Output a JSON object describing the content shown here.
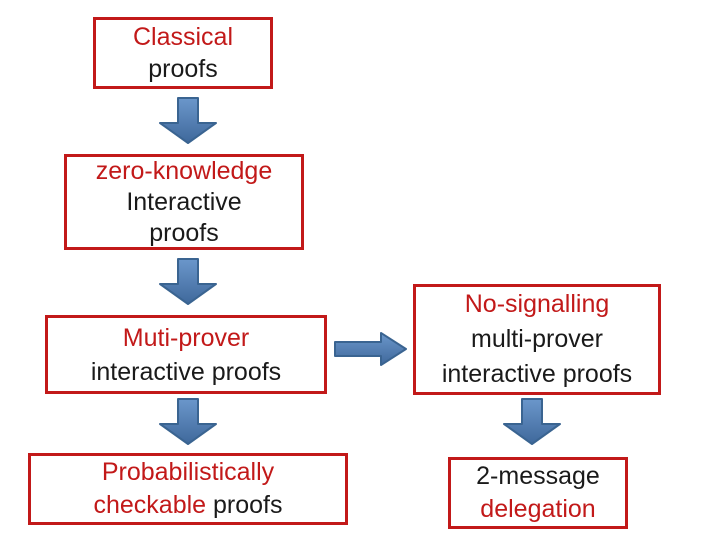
{
  "colors": {
    "box_border": "#c21919",
    "red_text": "#c21919",
    "black_text": "#1a1a1a",
    "arrow_fill": "#4f81bd",
    "arrow_fill_light": "#6b97cb",
    "arrow_fill_dark": "#3f689b",
    "arrow_stroke": "#3a6491",
    "background": "#ffffff"
  },
  "diagram": {
    "boxes": [
      {
        "name": "classical-proofs",
        "lines": [
          {
            "segments": [
              {
                "text": "Classical",
                "color": "red"
              }
            ]
          },
          {
            "segments": [
              {
                "text": "proofs",
                "color": "black"
              }
            ]
          }
        ]
      },
      {
        "name": "zero-knowledge-interactive-proofs",
        "lines": [
          {
            "segments": [
              {
                "text": "zero-knowledge",
                "color": "red"
              }
            ]
          },
          {
            "segments": [
              {
                "text": "Interactive",
                "color": "black"
              }
            ]
          },
          {
            "segments": [
              {
                "text": "proofs",
                "color": "black"
              }
            ]
          }
        ]
      },
      {
        "name": "multi-prover-interactive-proofs",
        "lines": [
          {
            "segments": [
              {
                "text": "Muti-prover",
                "color": "red"
              }
            ]
          },
          {
            "segments": [
              {
                "text": "interactive proofs",
                "color": "black"
              }
            ]
          }
        ]
      },
      {
        "name": "no-signalling-multi-prover-interactive-proofs",
        "lines": [
          {
            "segments": [
              {
                "text": "No-signalling",
                "color": "red"
              }
            ]
          },
          {
            "segments": [
              {
                "text": "multi-prover",
                "color": "black"
              }
            ]
          },
          {
            "segments": [
              {
                "text": "interactive proofs",
                "color": "black"
              }
            ]
          }
        ]
      },
      {
        "name": "probabilistically-checkable-proofs",
        "lines": [
          {
            "segments": [
              {
                "text": "Probabilistically",
                "color": "red"
              }
            ]
          },
          {
            "segments": [
              {
                "text": "checkable",
                "color": "red"
              },
              {
                "text": " proofs",
                "color": "black"
              }
            ]
          }
        ]
      },
      {
        "name": "two-message-delegation",
        "lines": [
          {
            "segments": [
              {
                "text": "2-message",
                "color": "black"
              }
            ]
          },
          {
            "segments": [
              {
                "text": "delegation",
                "color": "red"
              }
            ]
          }
        ]
      }
    ],
    "arrows": [
      {
        "icon": "down-arrow-icon",
        "from": "classical-proofs",
        "to": "zero-knowledge-interactive-proofs"
      },
      {
        "icon": "down-arrow-icon",
        "from": "zero-knowledge-interactive-proofs",
        "to": "multi-prover-interactive-proofs"
      },
      {
        "icon": "right-arrow-icon",
        "from": "multi-prover-interactive-proofs",
        "to": "no-signalling-multi-prover-interactive-proofs"
      },
      {
        "icon": "down-arrow-icon",
        "from": "multi-prover-interactive-proofs",
        "to": "probabilistically-checkable-proofs"
      },
      {
        "icon": "down-arrow-icon",
        "from": "no-signalling-multi-prover-interactive-proofs",
        "to": "two-message-delegation"
      }
    ]
  }
}
